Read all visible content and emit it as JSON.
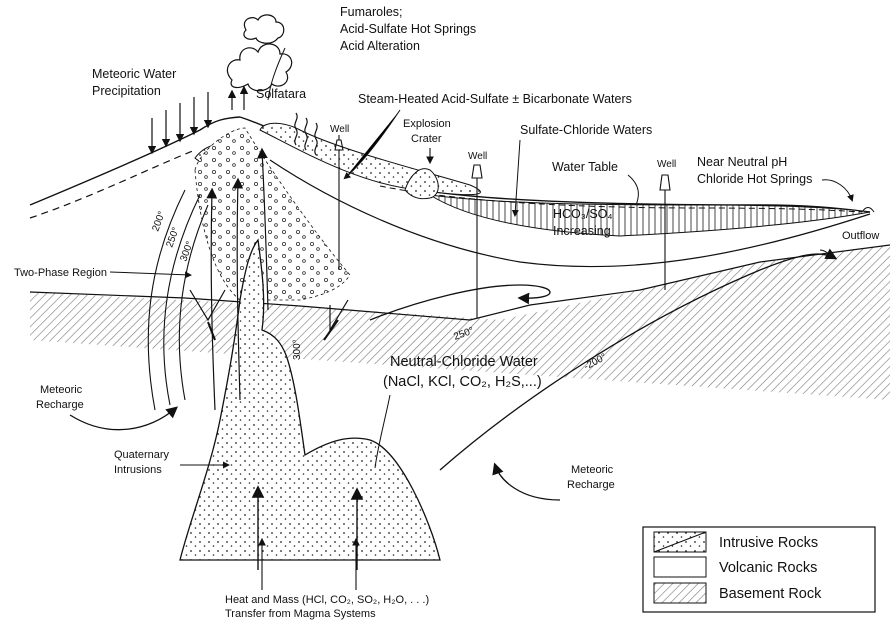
{
  "labels": {
    "fumaroles": [
      "Fumaroles;",
      "Acid-Sulfate Hot Springs",
      "Acid Alteration"
    ],
    "meteoric_precip": [
      "Meteoric Water",
      "Precipitation"
    ],
    "solfatara": "Solfatara",
    "steam_heated": "Steam-Heated Acid-Sulfate ± Bicarbonate Waters",
    "explosion_crater": [
      "Explosion",
      "Crater"
    ],
    "sulfate_chloride": "Sulfate-Chloride Waters",
    "well": "Well",
    "water_table": "Water Table",
    "near_neutral": [
      "Near Neutral pH",
      "Chloride Hot Springs"
    ],
    "hco3_so4": [
      "HCO₃/SO₄",
      "Increasing"
    ],
    "outflow": "Outflow",
    "two_phase": "Two-Phase Region",
    "neutral_chloride": [
      "Neutral-Chloride Water",
      "(NaCl, KCl, CO₂, H₂S,...)"
    ],
    "meteoric_recharge": [
      "Meteoric",
      "Recharge"
    ],
    "quaternary": [
      "Quaternary",
      "Intrusions"
    ],
    "heat_mass": [
      "Heat and Mass (HCl, CO₂, SO₂, H₂O, . . .)",
      "Transfer from Magma Systems"
    ]
  },
  "isotherms": [
    "200°",
    "250°",
    "300°",
    "250°",
    "-200°",
    "300°"
  ],
  "legend": [
    {
      "label": "Intrusive Rocks",
      "pattern": "stipple"
    },
    {
      "label": "Volcanic Rocks",
      "pattern": "blank"
    },
    {
      "label": "Basement Rock",
      "pattern": "hatch"
    }
  ]
}
